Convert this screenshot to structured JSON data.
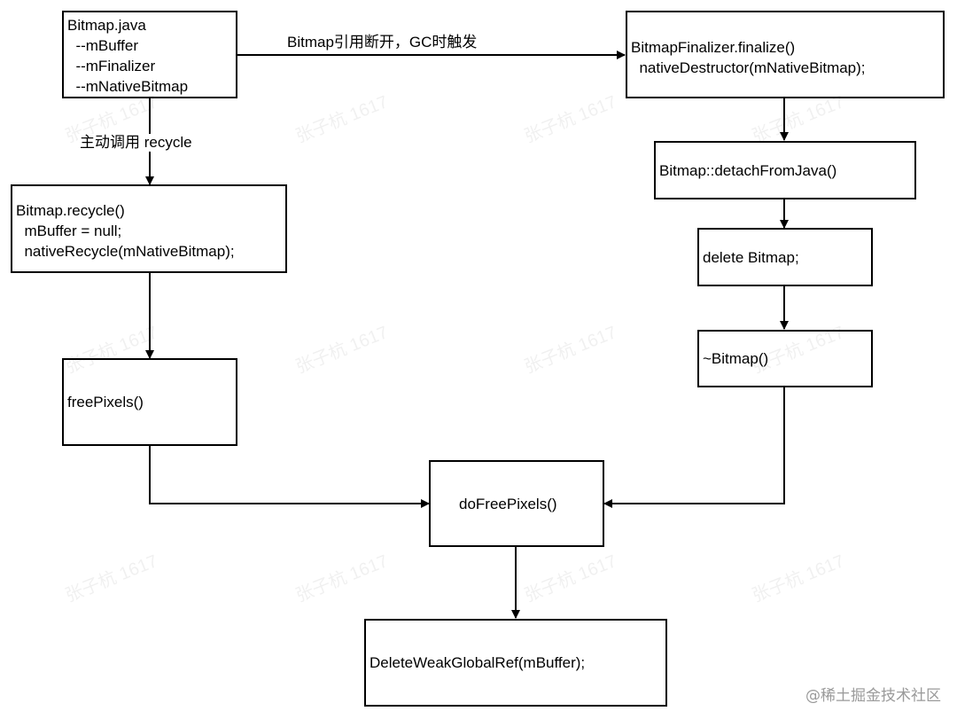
{
  "nodes": {
    "bitmap_java": [
      "Bitmap.java",
      "  --mBuffer",
      "  --mFinalizer",
      "  --mNativeBitmap"
    ],
    "bitmap_recycle": [
      "Bitmap.recycle()",
      "  mBuffer = null;",
      "  nativeRecycle(mNativeBitmap);"
    ],
    "free_pixels": [
      "freePixels()"
    ],
    "finalizer": [
      "BitmapFinalizer.finalize()",
      "  nativeDestructor(mNativeBitmap);"
    ],
    "detach_from_java": [
      "Bitmap::detachFromJava()"
    ],
    "delete_bitmap": [
      "delete Bitmap;"
    ],
    "destructor": [
      "~Bitmap()"
    ],
    "do_free_pixels": [
      "doFreePixels()"
    ],
    "delete_weak_global_ref": [
      "DeleteWeakGlobalRef(mBuffer);"
    ]
  },
  "edges": {
    "gc_trigger_label": "Bitmap引用断开，GC时触发",
    "manual_recycle_label": "主动调用 recycle"
  },
  "watermark": "张子杭 1617",
  "credit": "@稀土掘金技术社区"
}
